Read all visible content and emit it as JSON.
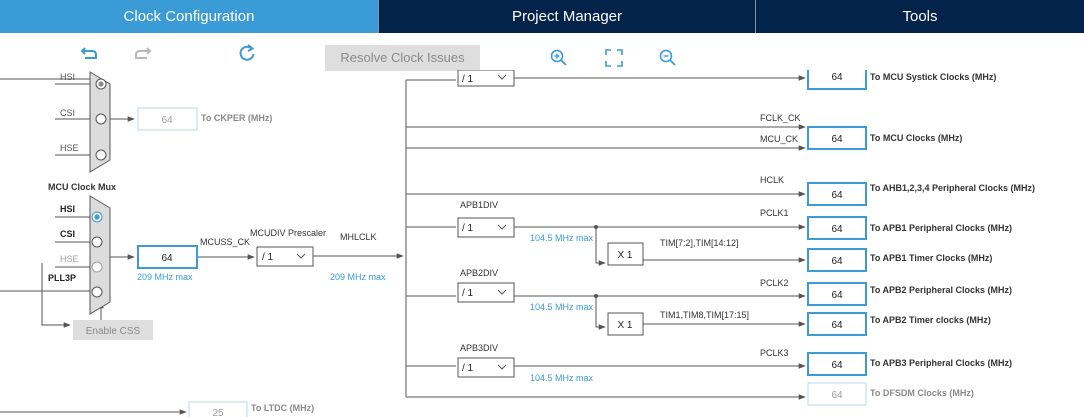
{
  "tabs": [
    "Clock Configuration",
    "Project Manager",
    "Tools"
  ],
  "toolbar": {
    "resolve_label": "Resolve Clock Issues"
  },
  "colors": {
    "nav": "#03234b",
    "active_tab": "#3a9bd6",
    "box_border": "#3a9bd6",
    "blue_text": "#3a9bd6",
    "line": "#555555",
    "disabled": "#9e9e9e"
  },
  "ckper": {
    "inputs": [
      "HSI",
      "CSI",
      "HSE"
    ],
    "value": "64",
    "label": "To CKPER (MHz)"
  },
  "mcu_mux": {
    "title": "MCU Clock Mux",
    "inputs": [
      "HSI",
      "CSI",
      "HSE",
      "PLL3P"
    ],
    "value": "64",
    "max": "209 MHz max",
    "signal": "MCUSS_CK",
    "enable_css": "Enable CSS"
  },
  "mcudiv": {
    "title": "MCUDIV Prescaler",
    "value": "/ 1",
    "signal": "MHLCLK",
    "max": "209 MHz max"
  },
  "outputs": {
    "systick": {
      "div": "/ 1",
      "value": "64",
      "label": "To MCU Systick Clocks (MHz)"
    },
    "fclk": {
      "signal": "FCLK_CK"
    },
    "mcu": {
      "signal": "MCU_CK",
      "value": "64",
      "label": "To MCU Clocks (MHz)"
    },
    "ahb": {
      "signal": "HCLK",
      "value": "64",
      "label": "To AHB1,2,3,4 Peripheral Clocks (MHz)"
    },
    "apb1": {
      "div_title": "APB1DIV",
      "div": "/ 1",
      "max": "104.5 MHz max",
      "signal": "PCLK1",
      "value": "64",
      "label": "To APB1 Peripheral Clocks (MHz)",
      "mult": "X 1",
      "timers": "TIM[7:2],TIM[14:12]",
      "timer_value": "64",
      "timer_label": "To APB1 Timer Clocks (MHz)"
    },
    "apb2": {
      "div_title": "APB2DIV",
      "div": "/ 1",
      "max": "104.5 MHz max",
      "signal": "PCLK2",
      "value": "64",
      "label": "To APB2 Peripheral Clocks (MHz)",
      "mult": "X 1",
      "timers": "TIM1,TIM8,TIM[17:15]",
      "timer_value": "64",
      "timer_label": "To APB2 Timer clocks (MHz)"
    },
    "apb3": {
      "div_title": "APB3DIV",
      "div": "/ 1",
      "max": "104.5 MHz max",
      "signal": "PCLK3",
      "value": "64",
      "label": "To APB3 Peripheral Clocks (MHz)"
    },
    "dfsdm": {
      "value": "64",
      "label": "To DFSDM Clocks (MHz)"
    }
  },
  "ltdc": {
    "value": "25",
    "label": "To LTDC (MHz)"
  }
}
